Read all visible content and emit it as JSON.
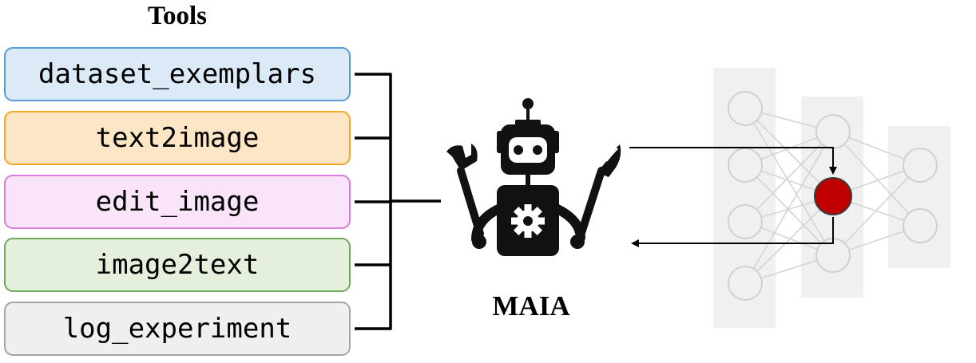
{
  "title": "Tools",
  "tools": [
    {
      "label": "dataset_exemplars",
      "bg": "#dce9f7",
      "border": "#5b9bd5"
    },
    {
      "label": "text2image",
      "bg": "#fde6c5",
      "border": "#f5a623"
    },
    {
      "label": "edit_image",
      "bg": "#f9e4fa",
      "border": "#d97bd9"
    },
    {
      "label": "image2text",
      "bg": "#e4f0dc",
      "border": "#70a85c"
    },
    {
      "label": "log_experiment",
      "bg": "#efefef",
      "border": "#a6a6a6"
    }
  ],
  "agent": {
    "label": "MAIA",
    "icon": "robot-with-wrench-and-paintbrush"
  },
  "network": {
    "layer_sizes": [
      4,
      3,
      2
    ],
    "highlight_color": "#c00000"
  }
}
